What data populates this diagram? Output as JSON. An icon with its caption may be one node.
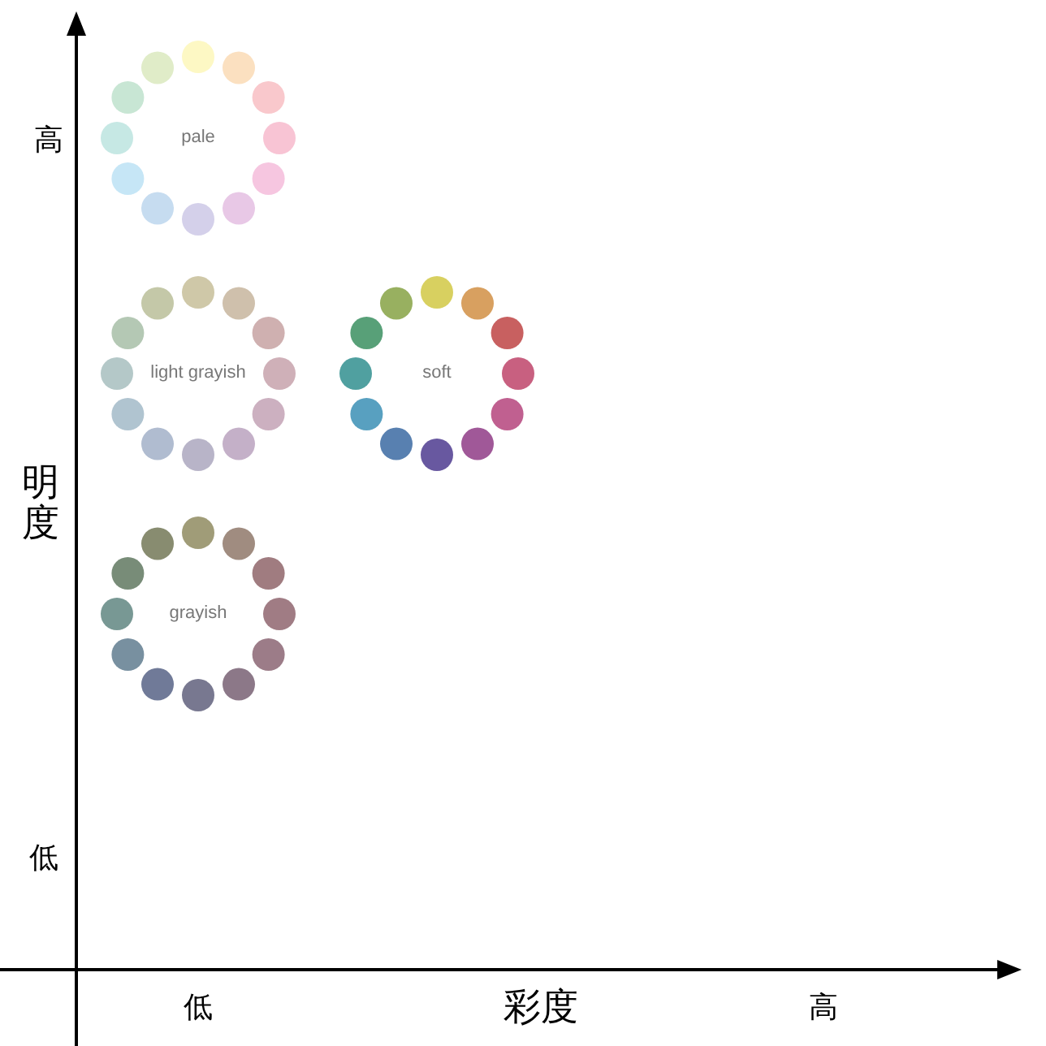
{
  "diagram": {
    "labels": [
      "高",
      "pale",
      "light grayish",
      "soft",
      "明度",
      "grayish",
      "低",
      "低",
      "彩度",
      "高"
    ]
  }
}
